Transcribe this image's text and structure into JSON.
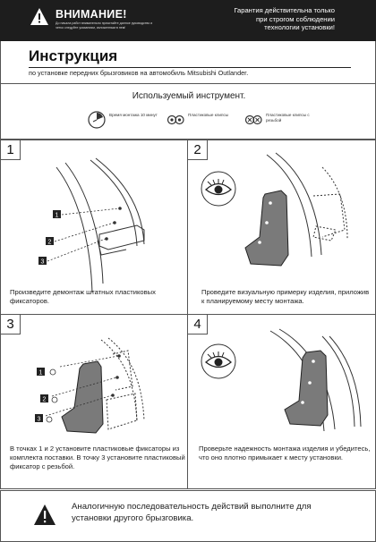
{
  "header": {
    "warning_title": "ВНИМАНИЕ!",
    "warning_sub": "До начала работ внимательно прочитайте данное руководство и четко следуйте указаниям, изложенным в нем!",
    "guarantee": "Гарантия действительна только при строгом соблюдении технологии установки!"
  },
  "doc": {
    "title": "Инструкция",
    "subtitle": "по установке передних брызговиков на автомобиль Mitsubishi Outlander."
  },
  "tools": {
    "title": "Используемый инструмент.",
    "items": [
      {
        "label": "Время монтажа 10 минут",
        "icon": "clock-icon"
      },
      {
        "label": "Пластиковые клипсы",
        "icon": "plastic-clips-icon"
      },
      {
        "label": "Пластиковые клипсы с резьбой",
        "icon": "threaded-clips-icon"
      }
    ]
  },
  "steps": [
    {
      "number": "1",
      "caption": "Произведите демонтаж штатных пластиковых фиксаторов.",
      "markers": [
        "1",
        "2",
        "3"
      ]
    },
    {
      "number": "2",
      "caption": "Проведите визуальную примерку изделия, приложив к планируемому месту монтажа.",
      "markers": []
    },
    {
      "number": "3",
      "caption": "В точках 1 и 2 установите пластиковые фиксаторы из комплекта поставки. В точку 3 установите пластиковый фиксатор с резьбой.",
      "markers": [
        "1",
        "2",
        "3"
      ]
    },
    {
      "number": "4",
      "caption": "Проверьте надежность монтажа изделия и убедитесь, что оно плотно примыкает к месту установки.",
      "markers": []
    }
  ],
  "footer": {
    "note": "Аналогичную последовательность действий выполните для установки другого брызговика."
  },
  "colors": {
    "header_bg": "#1d1d1d",
    "border": "#555555",
    "mudflap": "#7a7a7a"
  }
}
